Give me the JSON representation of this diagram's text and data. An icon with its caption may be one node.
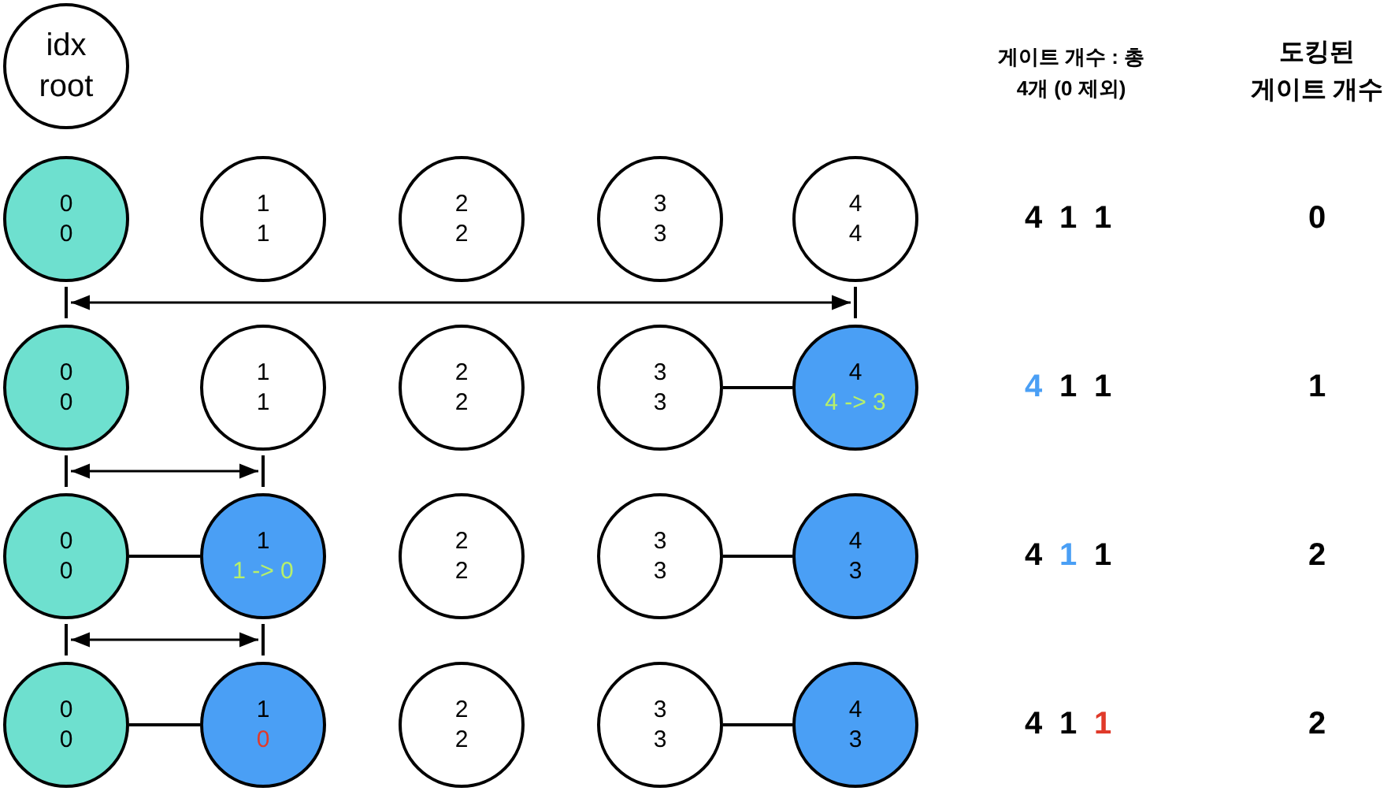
{
  "diagram": {
    "nodes": [
      {
        "text": [
          "idx",
          "root"
        ]
      },
      {
        "text": [
          "0",
          "0"
        ]
      },
      {
        "text": [
          "1",
          "1"
        ]
      },
      {
        "text": [
          "2",
          "2"
        ]
      },
      {
        "text": [
          "3",
          "3"
        ]
      },
      {
        "text": [
          "4",
          "4"
        ]
      },
      {
        "text": [
          "0",
          "0"
        ]
      },
      {
        "text": [
          "1",
          "1"
        ]
      },
      {
        "text": [
          "2",
          "2"
        ]
      },
      {
        "text": [
          "3",
          "3"
        ]
      },
      {
        "text": [
          "4",
          "4 -> 3"
        ]
      },
      {
        "text": [
          "0",
          "0"
        ]
      },
      {
        "text": [
          "1",
          "1 -> 0"
        ]
      },
      {
        "text": [
          "2",
          "2"
        ]
      },
      {
        "text": [
          "3",
          "3"
        ]
      },
      {
        "text": [
          "4",
          "3"
        ]
      },
      {
        "text": [
          "0",
          "0"
        ]
      },
      {
        "text": [
          "1",
          "0"
        ]
      },
      {
        "text": [
          "2",
          "2"
        ]
      },
      {
        "text": [
          "3",
          "3"
        ]
      },
      {
        "text": [
          "4",
          "3"
        ]
      }
    ],
    "edges": [
      {
        "from": 9,
        "to": 10,
        "arrow": "none"
      },
      {
        "from": 11,
        "to": 12,
        "arrow": "none"
      },
      {
        "from": 14,
        "to": 15,
        "arrow": "none"
      },
      {
        "from": 16,
        "to": 17,
        "arrow": "none"
      },
      {
        "from": 19,
        "to": 20,
        "arrow": "none"
      },
      {
        "from": 1,
        "to": 5,
        "arrow": "both"
      },
      {
        "from": 6,
        "to": 7,
        "arrow": "both"
      },
      {
        "from": 11,
        "to": 12,
        "arrow": "both"
      }
    ],
    "labels": [
      "게이트 개수 : 총 4개 (0 제외)",
      "도킹된 게이트 개수",
      "4",
      "1",
      "1",
      "0",
      "4",
      "1",
      "1",
      "1",
      "4",
      "1",
      "1",
      "2",
      "4",
      "1",
      "1",
      "2"
    ]
  }
}
